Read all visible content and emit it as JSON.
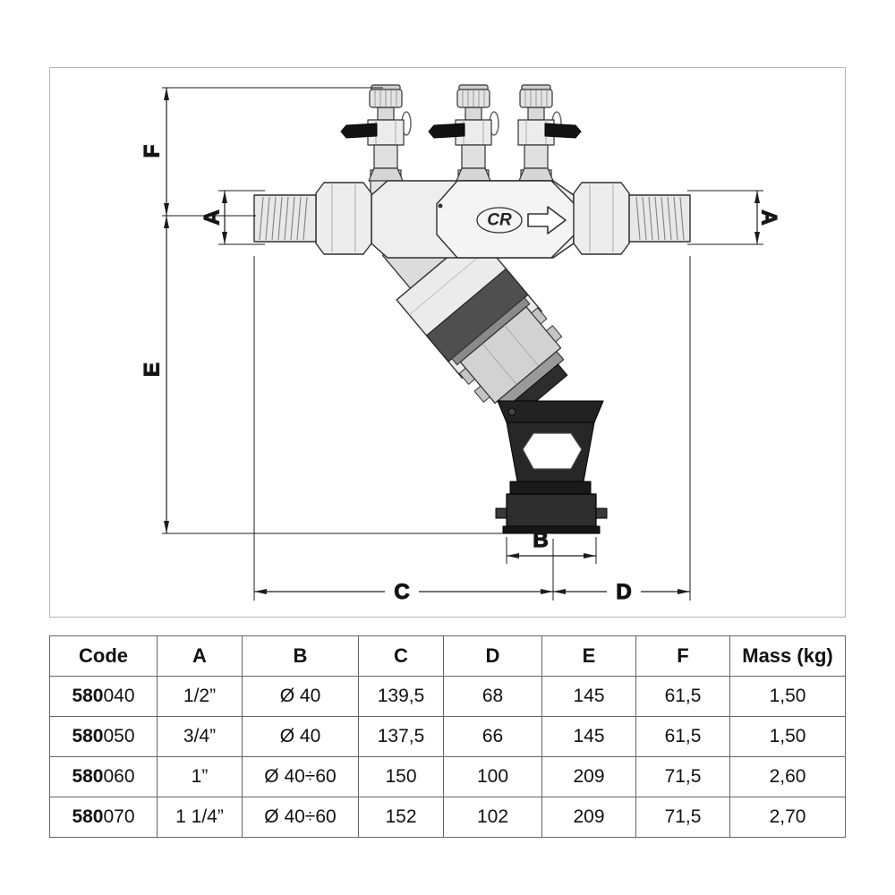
{
  "diagram": {
    "marking": "CR",
    "flow_icon": "arrow-right",
    "dim_labels": {
      "f": "F",
      "e": "E",
      "a_left": "A",
      "a_right": "A",
      "b": "B",
      "c": "C",
      "d": "D"
    }
  },
  "table": {
    "headers": [
      "Code",
      "A",
      "B",
      "C",
      "D",
      "E",
      "F",
      "Mass (kg)"
    ],
    "rows": [
      {
        "code_prefix": "580",
        "code_suffix": "040",
        "a": "1/2”",
        "b": "Ø 40",
        "c": "139,5",
        "d": "68",
        "e": "145",
        "f": "61,5",
        "mass": "1,50"
      },
      {
        "code_prefix": "580",
        "code_suffix": "050",
        "a": "3/4”",
        "b": "Ø 40",
        "c": "137,5",
        "d": "66",
        "e": "145",
        "f": "61,5",
        "mass": "1,50"
      },
      {
        "code_prefix": "580",
        "code_suffix": "060",
        "a": "1”",
        "b": "Ø 40÷60",
        "c": "150",
        "d": "100",
        "e": "209",
        "f": "71,5",
        "mass": "2,60"
      },
      {
        "code_prefix": "580",
        "code_suffix": "070",
        "a": "1 1/4”",
        "b": "Ø 40÷60",
        "c": "152",
        "d": "102",
        "e": "209",
        "f": "71,5",
        "mass": "2,70"
      }
    ]
  }
}
